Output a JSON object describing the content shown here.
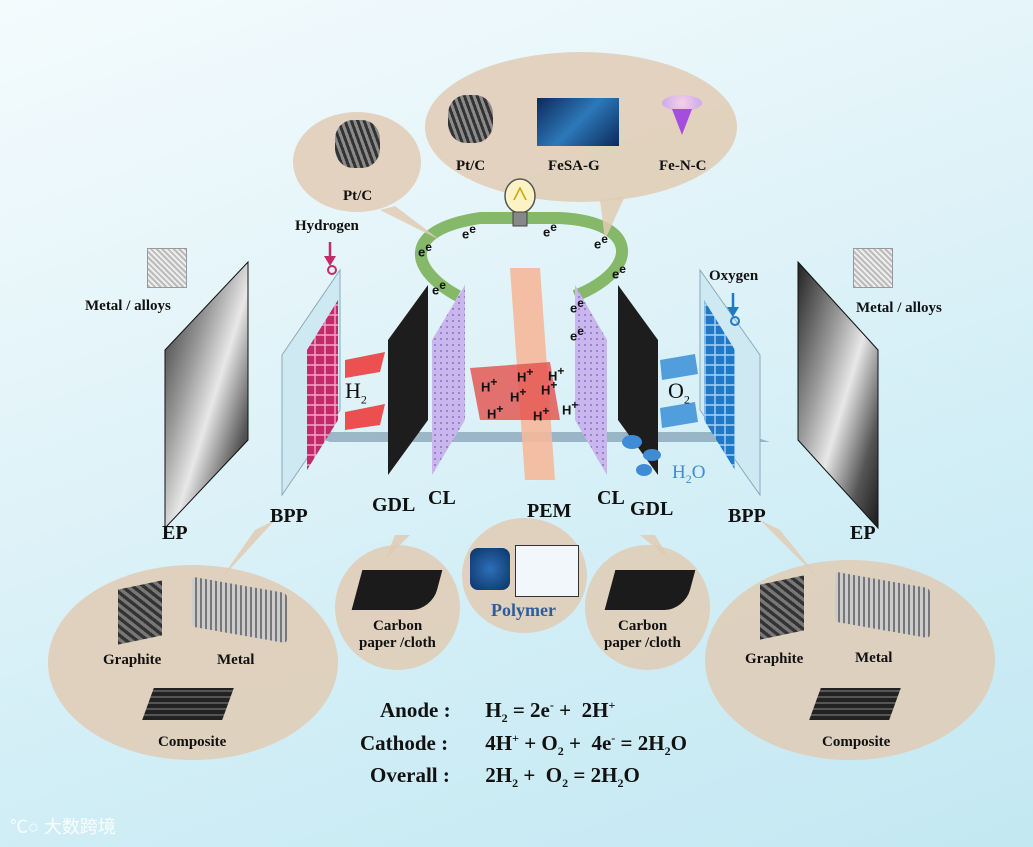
{
  "catalysts": {
    "anode": [
      "Pt/C"
    ],
    "cathode": [
      "Pt/C",
      "FeSA-G",
      "Fe-N-C"
    ]
  },
  "gases": {
    "left_label": "Hydrogen",
    "right_label": "Oxygen",
    "h2": "H",
    "o2": "O",
    "h2o": "H",
    "sub2": "2",
    "o_char": "O"
  },
  "electron": "e",
  "proton": "H",
  "ep_material": "Metal / alloys",
  "layers": {
    "ep_left": "EP",
    "bpp_left": "BPP",
    "gdl_left": "GDL",
    "cl_left": "CL",
    "pem": "PEM",
    "cl_right": "CL",
    "gdl_right": "GDL",
    "bpp_right": "BPP",
    "ep_right": "EP"
  },
  "bpp_materials": [
    "Graphite",
    "Metal",
    "Composite"
  ],
  "gdl_material_line1": "Carbon",
  "gdl_material_line2": "paper /cloth",
  "pem_material": "Polymer",
  "equations": {
    "anode_label": "Anode :",
    "cathode_label": "Cathode :",
    "overall_label": "Overall :"
  },
  "watermark": "大数跨境"
}
